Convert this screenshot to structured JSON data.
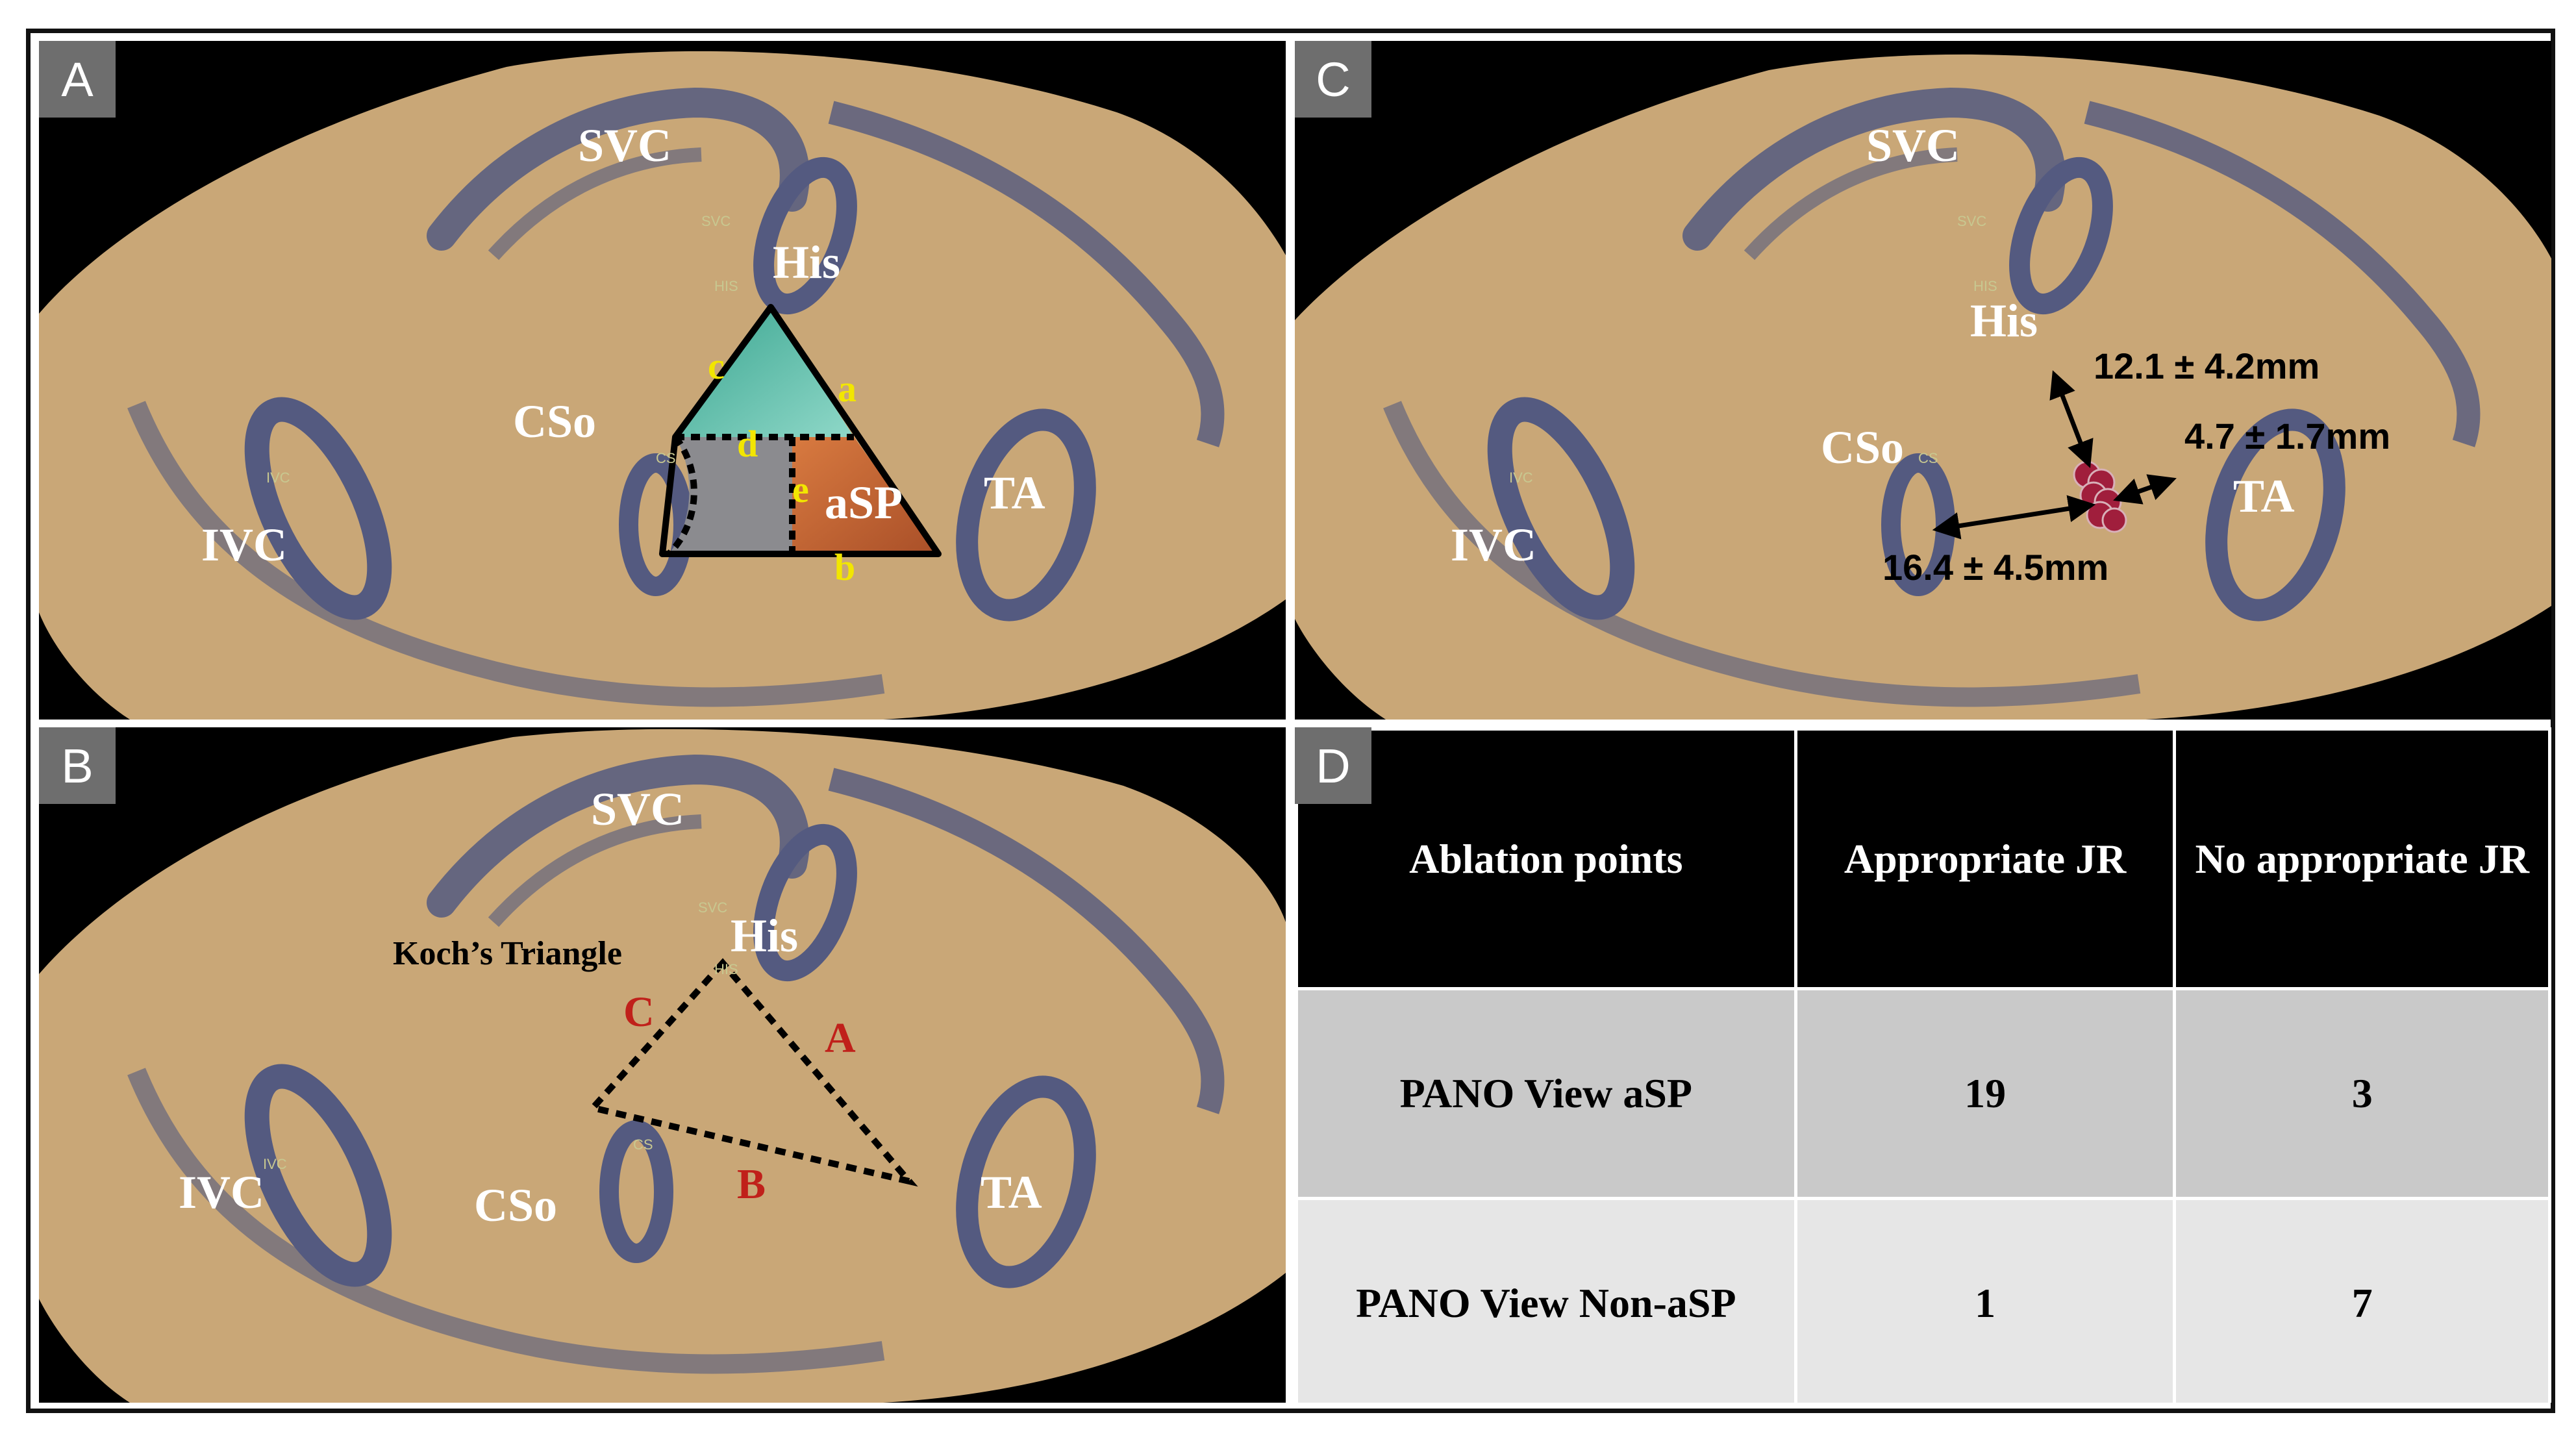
{
  "panels": {
    "a": {
      "label": "A",
      "landmarks": {
        "svc": "SVC",
        "his": "His",
        "cso": "CSo",
        "ivc": "IVC",
        "ta": "TA"
      },
      "small_tags": {
        "svc": "SVC",
        "his": "HIS",
        "cs": "CS",
        "ivc": "IVC"
      },
      "region_label": "aSP",
      "side_letters": {
        "a": "a",
        "b": "b",
        "c": "c",
        "d": "d",
        "e": "e"
      },
      "colors": {
        "upper_region": "#5fbfae",
        "gray_region": "#8b8b8f",
        "asp_region": "#c8683a",
        "letters": "#f2e600"
      }
    },
    "b": {
      "label": "B",
      "landmarks": {
        "svc": "SVC",
        "his": "His",
        "cso": "CSo",
        "ivc": "IVC",
        "ta": "TA"
      },
      "small_tags": {
        "svc": "SVC",
        "his": "HIS",
        "cs": "CS",
        "ivc": "IVC"
      },
      "triangle_title": "Koch’s Triangle",
      "side_letters": {
        "a": "A",
        "b": "B",
        "c": "C"
      },
      "colors": {
        "side_letters": "#c0201a"
      }
    },
    "c": {
      "label": "C",
      "landmarks": {
        "svc": "SVC",
        "his": "His",
        "cso": "CSo",
        "ivc": "IVC",
        "ta": "TA"
      },
      "small_tags": {
        "svc": "SVC",
        "his": "HIS",
        "cs": "CS",
        "ivc": "IVC"
      },
      "distances": {
        "his": "12.1 ± 4.2mm",
        "ta": "4.7 ± 1.7mm",
        "cso": "16.4 ± 4.5mm"
      },
      "colors": {
        "ablation_points": "#a01e3c"
      }
    },
    "d": {
      "label": "D",
      "table": {
        "headers": [
          "Ablation points",
          "Appropriate JR",
          "No appropriate JR"
        ],
        "rows": [
          [
            "PANO View aSP",
            "19",
            "3"
          ],
          [
            "PANO View Non-aSP",
            "1",
            "7"
          ]
        ]
      }
    }
  },
  "colors": {
    "tissue": "#c9a777",
    "shadow": "#545a80",
    "background": "#000000"
  }
}
